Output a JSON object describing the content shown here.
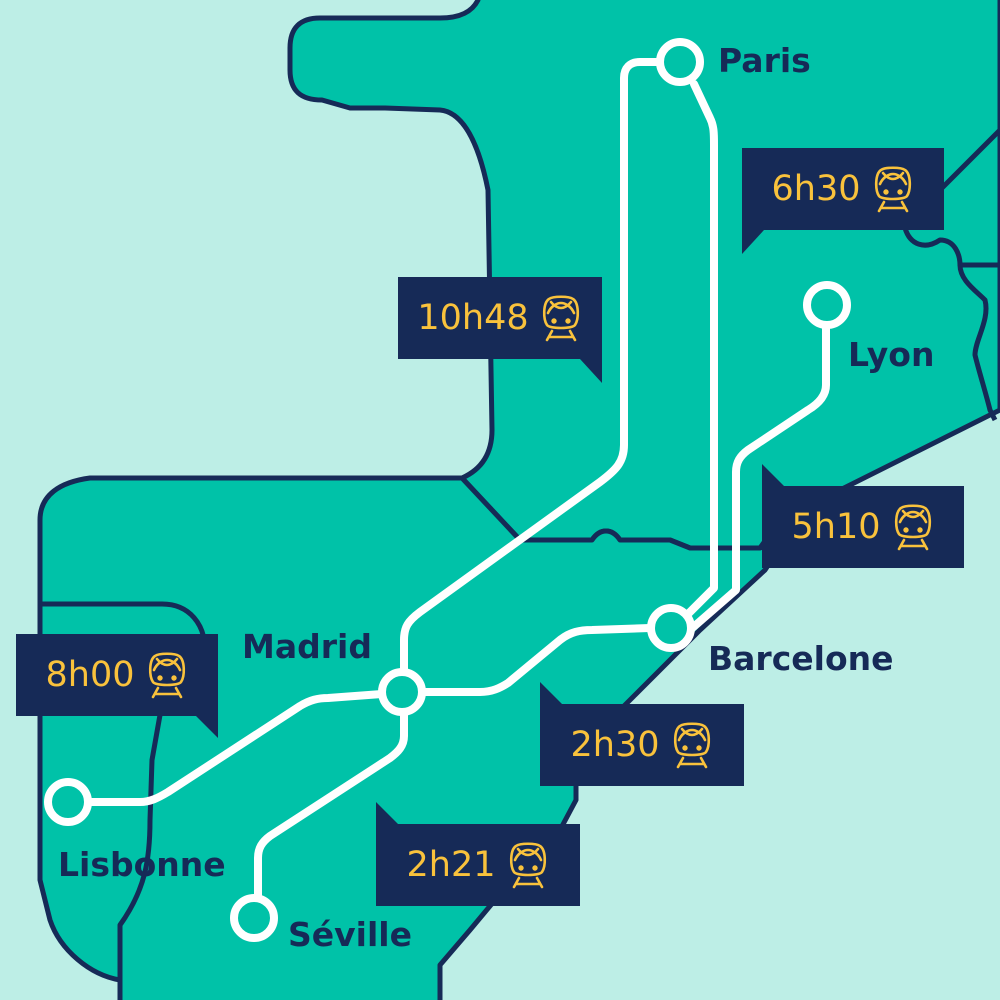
{
  "colors": {
    "sea": "#bdeee6",
    "land": "#00c2a8",
    "border": "#162a57",
    "route": "#ffffff",
    "badge_bg": "#162a57",
    "badge_text": "#f9c23c"
  },
  "cities": {
    "paris": "Paris",
    "lyon": "Lyon",
    "madrid": "Madrid",
    "barcelone": "Barcelone",
    "lisbonne": "Lisbonne",
    "seville": "Séville"
  },
  "travel_times": {
    "paris_barcelone": {
      "time": "6h30",
      "icon": "train-icon"
    },
    "paris_madrid": {
      "time": "10h48",
      "icon": "train-icon"
    },
    "lyon_barcelone": {
      "time": "5h10",
      "icon": "train-icon"
    },
    "lisbonne_madrid": {
      "time": "8h00",
      "icon": "train-icon"
    },
    "madrid_barcelone": {
      "time": "2h30",
      "icon": "train-icon"
    },
    "madrid_seville": {
      "time": "2h21",
      "icon": "train-icon"
    }
  }
}
